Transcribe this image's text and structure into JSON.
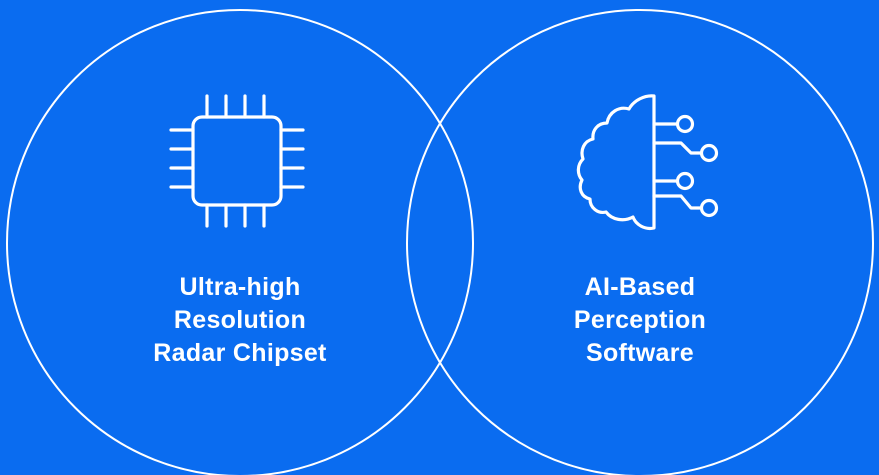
{
  "background_color": "#0a6cf0",
  "line_color": "#ffffff",
  "circles": [
    {
      "id": "chipset",
      "icon": "chip-icon",
      "label_lines": [
        "Ultra-high",
        "Resolution",
        "Radar Chipset"
      ]
    },
    {
      "id": "software",
      "icon": "cloud-network-icon",
      "label_lines": [
        "AI-Based",
        "Perception",
        "Software"
      ]
    }
  ]
}
